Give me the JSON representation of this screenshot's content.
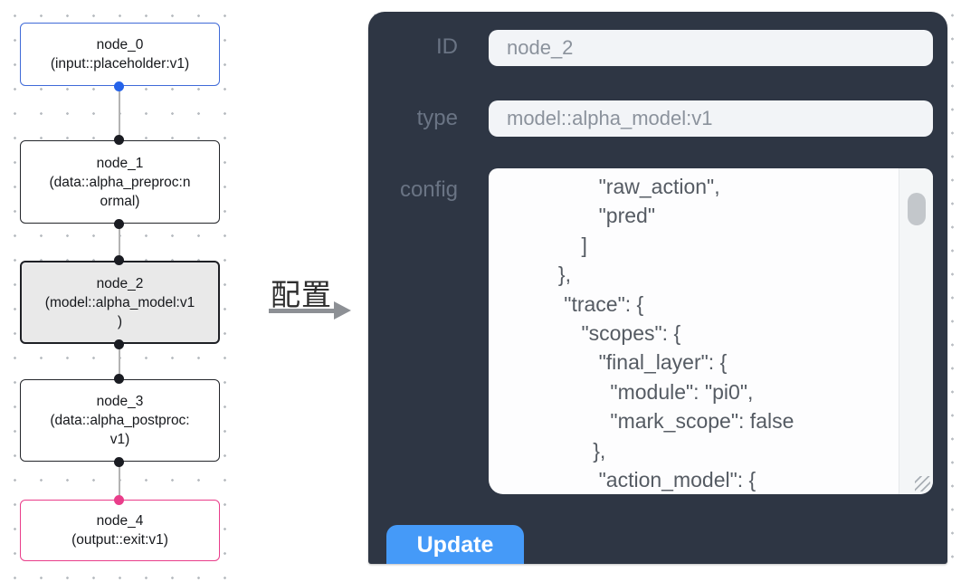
{
  "flow": {
    "nodes": [
      {
        "id": "node_0",
        "title": "node_0",
        "type_label": "(input::placeholder:v1)",
        "role": "input"
      },
      {
        "id": "node_1",
        "title": "node_1",
        "type_label": "(data::alpha_preproc:n\normal)",
        "role": "processor"
      },
      {
        "id": "node_2",
        "title": "node_2",
        "type_label": "(model::alpha_model:v1\n)",
        "role": "model",
        "selected": true
      },
      {
        "id": "node_3",
        "title": "node_3",
        "type_label": "(data::alpha_postproc:\nv1)",
        "role": "processor"
      },
      {
        "id": "node_4",
        "title": "node_4",
        "type_label": "(output::exit:v1)",
        "role": "output"
      }
    ]
  },
  "annotation": {
    "label": "配置"
  },
  "inspector": {
    "id_field": {
      "label": "ID",
      "value": "node_2"
    },
    "type_field": {
      "label": "type",
      "value": "model::alpha_model:v1"
    },
    "config_field": {
      "label": "config",
      "visible_text": "                 \"raw_action\",\n                 \"pred\"\n              ]\n          },\n           \"trace\": {\n              \"scopes\": {\n                 \"final_layer\": {\n                   \"module\": \"pi0\",\n                   \"mark_scope\": false\n                },\n                 \"action_model\": {"
    },
    "update_label": "Update"
  },
  "colors": {
    "panel_bg": "#2e3644",
    "input_node_border": "#3f6ad8",
    "output_node_border": "#e93d8a",
    "default_node_border": "#23252a",
    "selected_node_fill": "#e9e9e9",
    "input_port": "#2563ea",
    "output_port": "#e93d8a",
    "update_button": "#459af8",
    "field_bg": "#f2f4f7"
  }
}
